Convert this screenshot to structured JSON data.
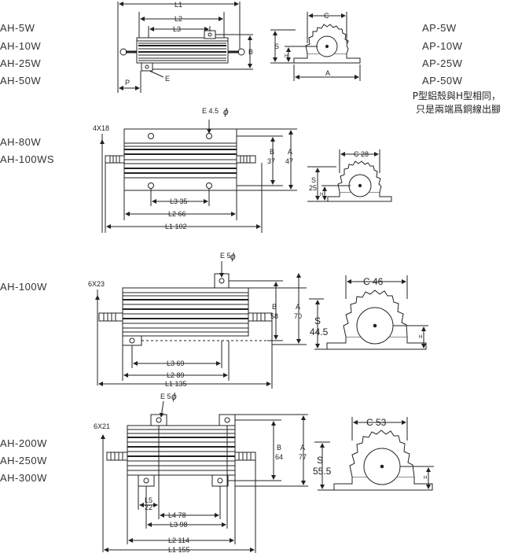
{
  "models": {
    "group1": [
      "AH-5W",
      "AH-10W",
      "AH-25W",
      "AH-50W"
    ],
    "group1_ap": [
      "AP-5W",
      "AP-10W",
      "AP-25W",
      "AP-50W"
    ],
    "group2": [
      "AH-80W",
      "AH-100WS"
    ],
    "group3": [
      "AH-100W"
    ],
    "group4": [
      "AH-200W",
      "AH-250W",
      "AH-300W"
    ]
  },
  "note": {
    "line1": "P型鋁殼與H型相同，",
    "line2": "只是兩端爲銅線出腳"
  },
  "d1": {
    "L1": "L1",
    "L2": "L2",
    "L3": "L3",
    "B": "B",
    "P": "P",
    "E": "E",
    "C": "C",
    "S": "S",
    "H": "H",
    "A": "A"
  },
  "d2": {
    "hole": "4X18",
    "E": "E 4.5",
    "B": "B",
    "Bv": "37",
    "A": "A",
    "Av": "47",
    "L3": "L3  35",
    "L2": "L2  66",
    "L1": "L1  102",
    "C": "C  28",
    "S": "S",
    "Sv": "25",
    "H": "H"
  },
  "d3": {
    "hole": "6X23",
    "E": "E 5",
    "B": "B",
    "Bv": "58",
    "A": "A",
    "Av": "70",
    "L3": "L3  69",
    "L2": "L2  89",
    "L1": "L1  135",
    "C": "C  46",
    "S": "S",
    "Sv": "44.5",
    "H": "H"
  },
  "d4": {
    "hole": "6X21",
    "E": "E 5",
    "B": "B",
    "Bv": "64",
    "A": "A",
    "Av": "77",
    "L5": "L5",
    "L5v": "22",
    "L4": "L4  78",
    "L3": "L3  98",
    "L2": "L2  114",
    "L1": "L1  155",
    "C": "C  53",
    "S": "S",
    "Sv": "55.5",
    "H": "H"
  },
  "phi": "ϕ"
}
